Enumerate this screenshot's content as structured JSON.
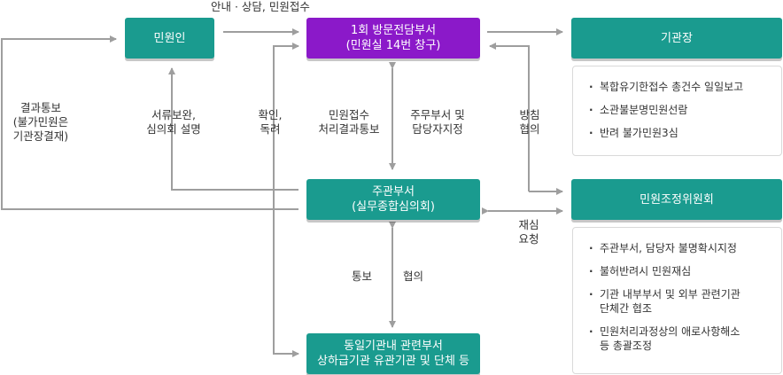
{
  "nodes": {
    "citizen": "민원인",
    "visit_dept": [
      "1회 방문전담부서",
      "(민원실 14번 창구)"
    ],
    "head": "기관장",
    "main_dept": [
      "주관부서",
      "(실무종합심의회)"
    ],
    "committee": "민원조정위원회",
    "related": [
      "동일기관내 관련부서",
      "상하급기관 유관기관 및 단체 등"
    ]
  },
  "labels": {
    "guide": "안내 · 상담, 민원접수",
    "result_notice": [
      "결과통보",
      "(불가민원은",
      "기관장결재)"
    ],
    "doc_supplement": [
      "서류보완,",
      "심의회 설명"
    ],
    "confirm": [
      "확인,",
      "독려"
    ],
    "receipt": [
      "민원접수",
      "처리결과통보"
    ],
    "assign": [
      "주무부서 및",
      "담당자지정"
    ],
    "policy": [
      "방침",
      "협의"
    ],
    "reexam": [
      "재심",
      "요청"
    ],
    "notify": "통보",
    "consult": "협의"
  },
  "head_panel": [
    "복합유기한접수 총건수 일일보고",
    "소관불분명민원선람",
    "반려 불가민원3심"
  ],
  "committee_panel": [
    "주관부서, 담당자 불명확시지정",
    "불허반려시 민원재심",
    [
      "기관 내부부서 및 외부 관련기관",
      "단체간 협조"
    ],
    [
      "민원처리과정상의 애로사항해소",
      "등 총괄조정"
    ]
  ],
  "colors": {
    "teal": "#1a9b8f",
    "purple": "#8b19c9",
    "line": "#9e9e9e"
  }
}
